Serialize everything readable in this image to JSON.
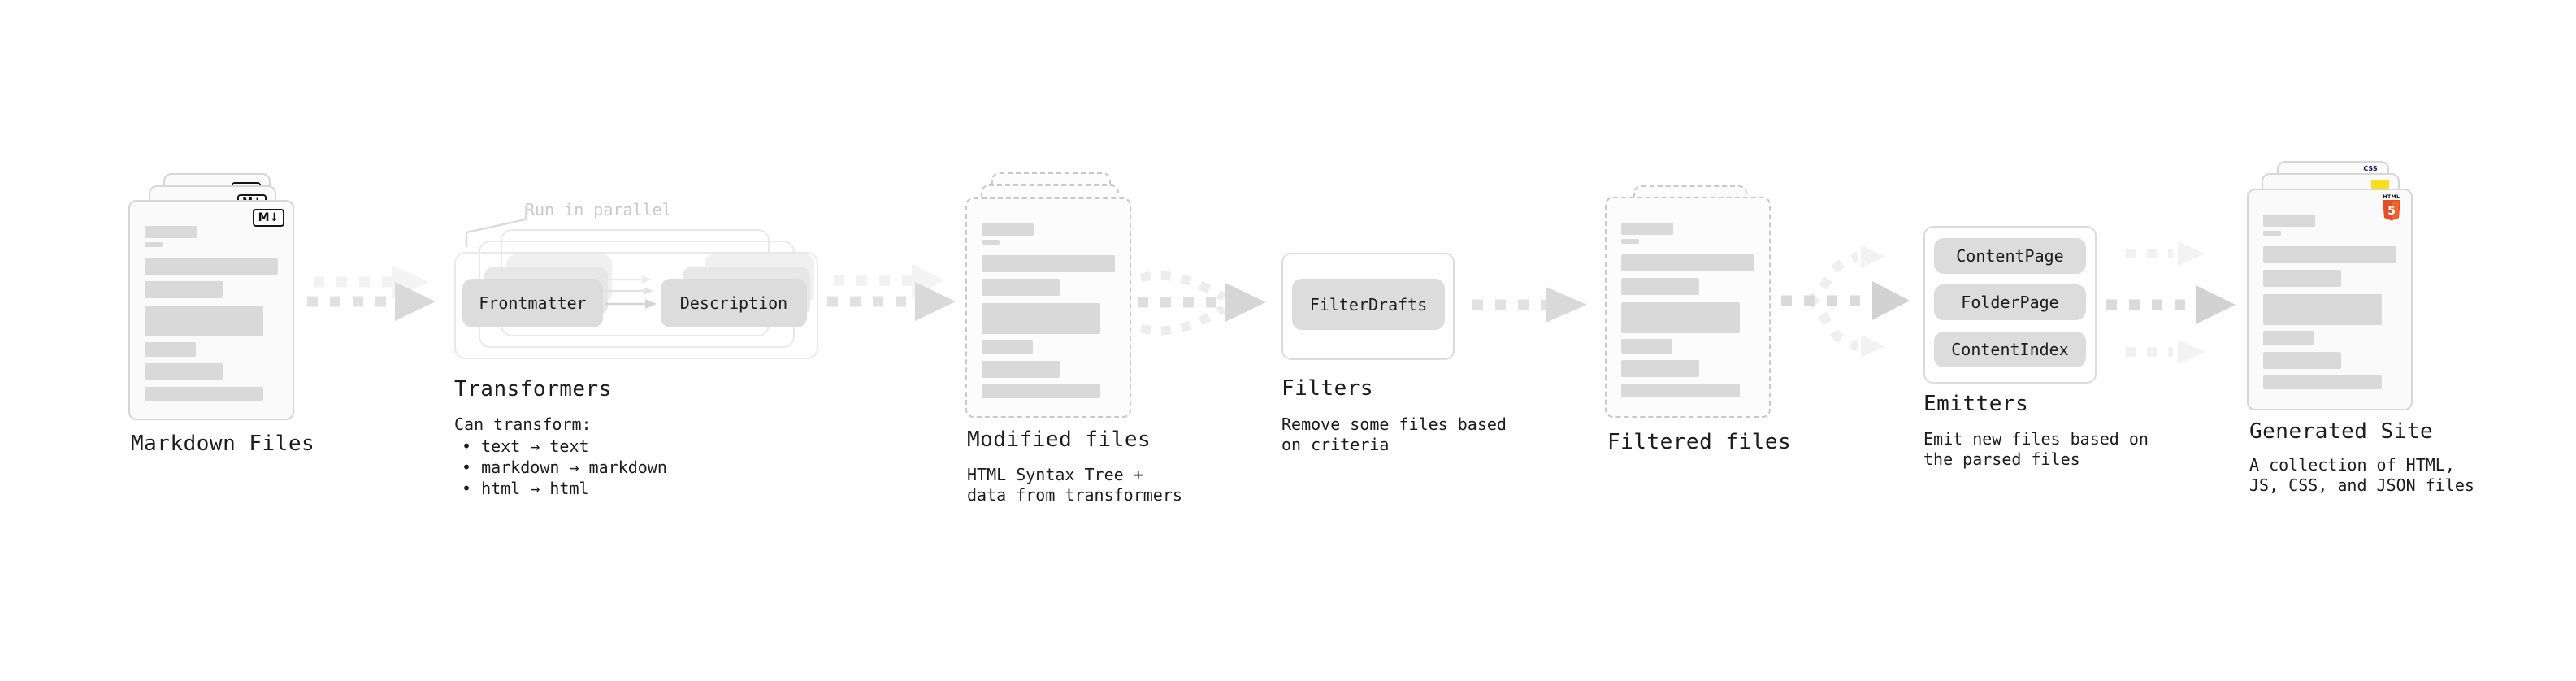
{
  "colors": {
    "html5_orange": "#E44D26",
    "html5_orange_light": "#F16529",
    "js_yellow": "#F7DF1E",
    "css_blue": "#2B63F6",
    "skeleton_bar": "#D9D9D9",
    "pill_gray": "#DCDCDC",
    "annotation_gray": "#C9C9C9"
  },
  "stations": {
    "markdown": {
      "label": "Markdown Files",
      "icon_text": "M↓"
    },
    "transformers": {
      "label": "Transformers",
      "annotation": "Run in parallel",
      "pill_left": "Frontmatter",
      "pill_right": "Description",
      "caption_heading": "Can transform:",
      "bullet_1": "• text → text",
      "bullet_2": "• markdown → markdown",
      "bullet_3": "• html → html"
    },
    "modified": {
      "label": "Modified files",
      "caption_line1": "HTML Syntax Tree +",
      "caption_line2": "data from transformers"
    },
    "filters": {
      "label": "Filters",
      "pill": "FilterDrafts",
      "caption_line1": "Remove some files based",
      "caption_line2": "on criteria"
    },
    "filtered": {
      "label": "Filtered files"
    },
    "emitters": {
      "label": "Emitters",
      "pill_1": "ContentPage",
      "pill_2": "FolderPage",
      "pill_3": "ContentIndex",
      "caption_line1": "Emit new files based on",
      "caption_line2": "the parsed files"
    },
    "generated": {
      "label": "Generated Site",
      "caption_line1": "A collection of HTML,",
      "caption_line2": "JS, CSS, and JSON files",
      "icon_html_label": "HTML",
      "icon_html_number": "5",
      "icon_css_label": "CSS"
    }
  }
}
